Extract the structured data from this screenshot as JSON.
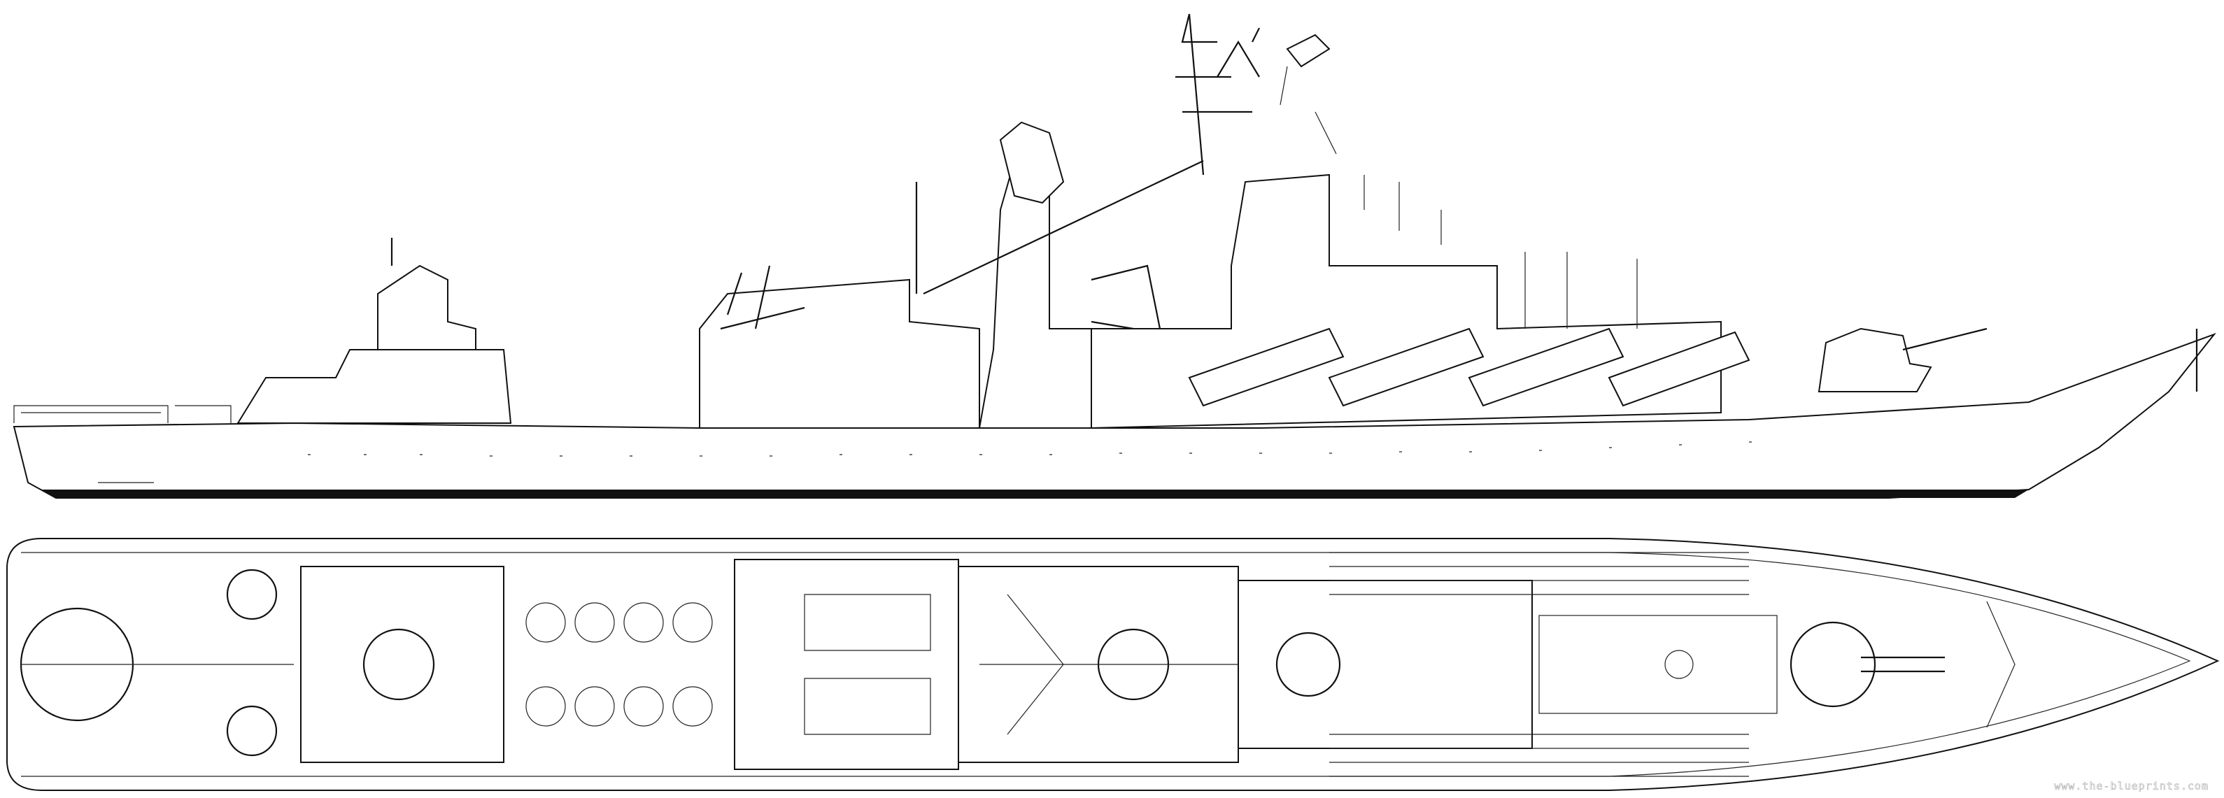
{
  "drawing": {
    "views": [
      "side-profile",
      "top-plan"
    ],
    "line_color": "#111111",
    "background": "#ffffff"
  },
  "watermark": "www.the-blueprints.com"
}
